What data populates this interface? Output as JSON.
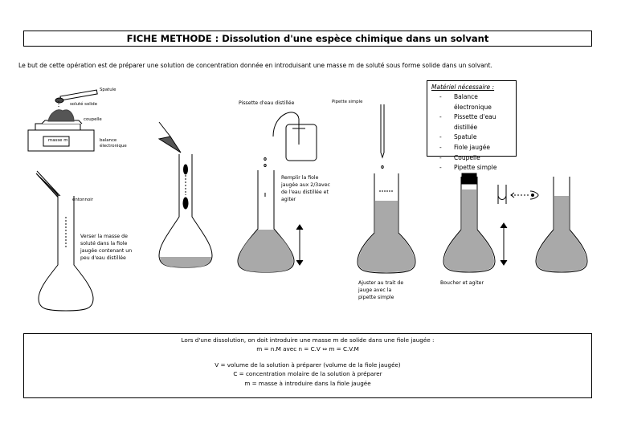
{
  "title": "FICHE METHODE : Dissolution d'une espèce chimique dans un solvant",
  "intro": "Le but de cette opération est de préparer une solution de concentration donnée en introduisant une masse m de soluté sous forme solide dans un solvant.",
  "labels": {
    "spatule": "Spatule",
    "solute_solide": "soluté solide",
    "coupelle": "coupelle",
    "masse_m": "masse m",
    "balance_line1": "balance",
    "balance_line2": "électronique",
    "entonnoir": "entonnoir",
    "pissette": "Pissette d'eau distillée",
    "pipette": "Pipette simple"
  },
  "steps": {
    "verser": [
      "Verser la masse de",
      "soluté dans la fiole",
      "jaugée contenant un",
      "peu d'eau distillée"
    ],
    "remplir": [
      "Remplir la fiole",
      "jaugée aux 2/3avec",
      "de l'eau distillée et",
      "agiter"
    ],
    "ajuster": [
      "Ajuster au trait de",
      "jauge avec la",
      "pipette simple"
    ],
    "boucher": "Boucher et agiter"
  },
  "materiel": {
    "title": "Matériel nécessaire :",
    "items": [
      "Balance électronique",
      "Pissette d'eau distillée",
      "Spatule",
      "Fiole jaugée",
      "Coupelle",
      "Pipette simple"
    ]
  },
  "summary": {
    "line1": "Lors d'une dissolution, on doit introduire une masse m de solide dans une fiole jaugée :",
    "line2": "m = n.M avec n = C.V   ⇔   m = C.V.M",
    "line3": "V  = volume de la solution à préparer (volume de la fiole jaugée)",
    "line4": "C = concentration molaire de la solution à préparer",
    "line5": "m = masse à introduire dans la fiole jaugée"
  },
  "colors": {
    "solution": "#a9a9a9",
    "solid": "#555555",
    "ink": "#000000"
  }
}
